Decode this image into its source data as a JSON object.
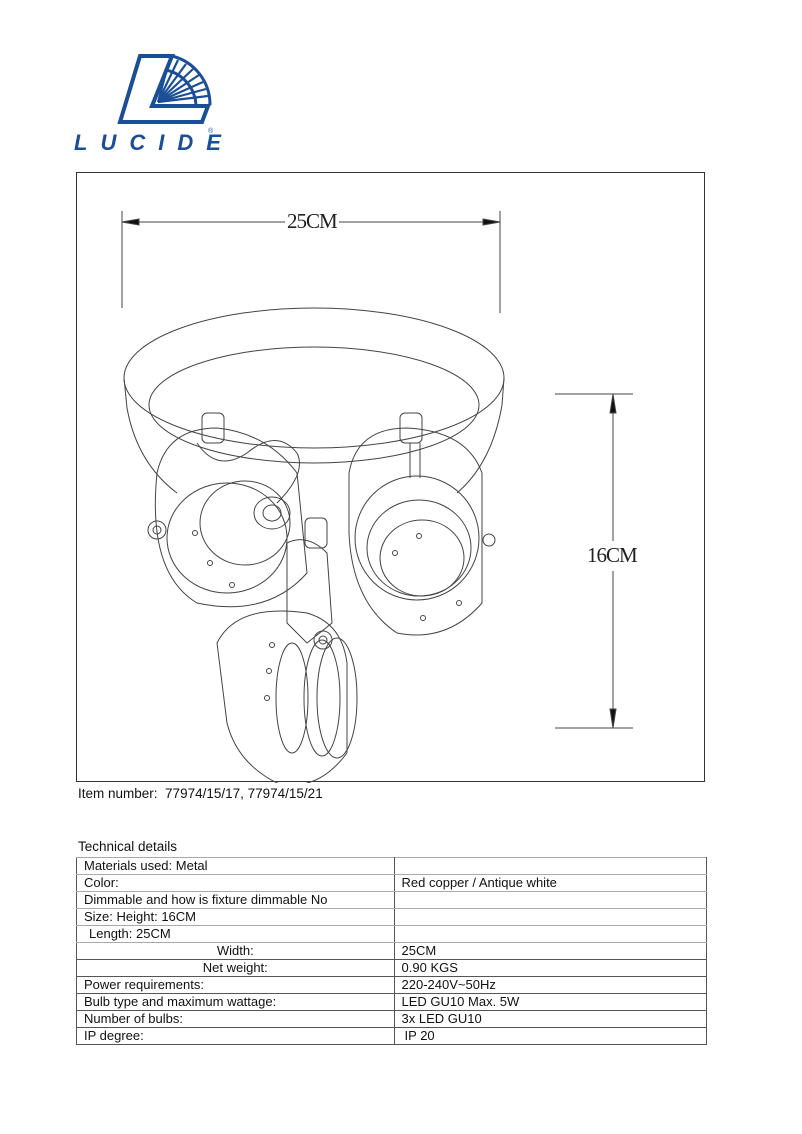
{
  "brand": {
    "name": "LUCIDE",
    "registered_mark": "®",
    "color": "#1a4e96",
    "logo_icon": "lucide-sunburst-l-logo"
  },
  "drawing": {
    "width_dimension": "25CM",
    "height_dimension": "16CM",
    "subject": "3-spot ceiling fixture line drawing"
  },
  "item": {
    "label": "Item number:",
    "value": "77974/15/17, 77974/15/21"
  },
  "technical_details": {
    "title": "Technical details",
    "rows": [
      {
        "label": "Materials used:  Metal",
        "value": "",
        "align": "left"
      },
      {
        "label": "Color:",
        "value": "Red copper / Antique white",
        "align": "left"
      },
      {
        "label": "Dimmable and how is fixture dimmable  No",
        "value": "",
        "align": "left"
      },
      {
        "label": "Size:  Height:  16CM",
        "value": "",
        "align": "left"
      },
      {
        "label": "  Length:  25CM",
        "value": "",
        "align": "left"
      },
      {
        "label": "Width:",
        "value": "25CM",
        "align": "center"
      },
      {
        "label": "Net weight:",
        "value": "0.90 KGS",
        "align": "center"
      },
      {
        "label": "Power requirements:",
        "value": "220-240V~50Hz",
        "align": "left"
      },
      {
        "label": "Bulb type and maximum wattage:",
        "value": "LED GU10 Max. 5W",
        "align": "left"
      },
      {
        "label": "Number of bulbs:",
        "value": "3x LED GU10",
        "align": "left"
      },
      {
        "label": "IP degree:",
        "value": " IP 20",
        "align": "left"
      }
    ]
  }
}
